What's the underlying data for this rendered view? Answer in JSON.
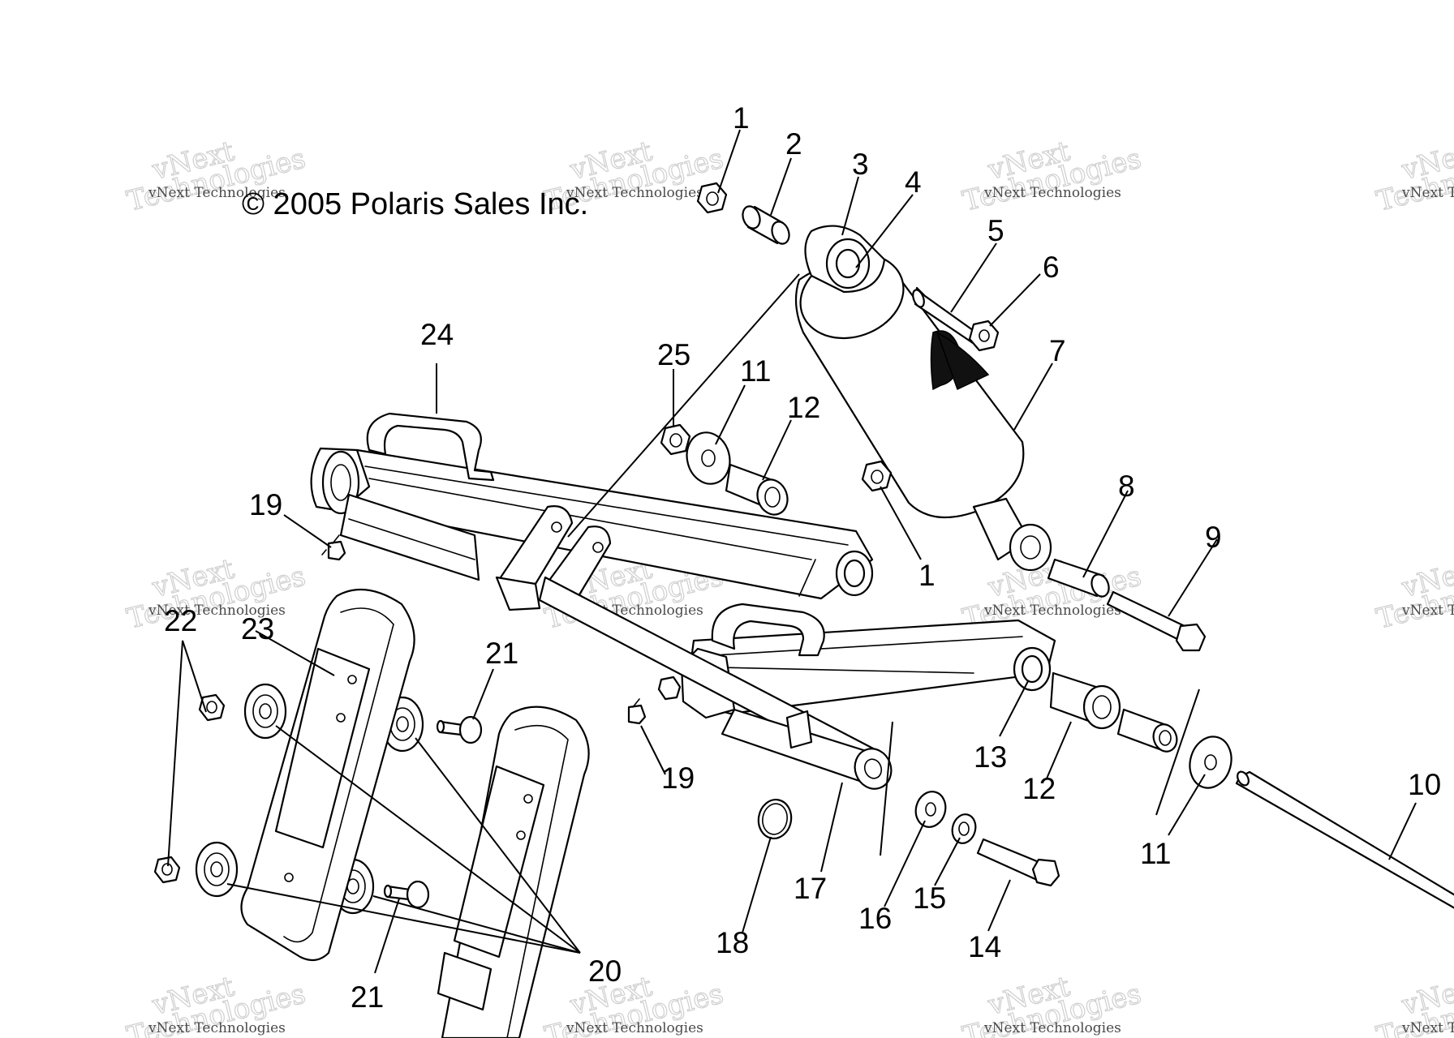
{
  "copyright": "© 2005 Polaris Sales Inc.",
  "watermark": {
    "line1": "vNext Technologies",
    "line2": "vNext",
    "line3": "Technologies"
  },
  "callouts": [
    {
      "id": "c1a",
      "label": "1"
    },
    {
      "id": "c2",
      "label": "2"
    },
    {
      "id": "c3",
      "label": "3"
    },
    {
      "id": "c4",
      "label": "4"
    },
    {
      "id": "c5",
      "label": "5"
    },
    {
      "id": "c6",
      "label": "6"
    },
    {
      "id": "c7",
      "label": "7"
    },
    {
      "id": "c24",
      "label": "24"
    },
    {
      "id": "c25",
      "label": "25"
    },
    {
      "id": "c11a",
      "label": "11"
    },
    {
      "id": "c12a",
      "label": "12"
    },
    {
      "id": "c19a",
      "label": "19"
    },
    {
      "id": "c1b",
      "label": "1"
    },
    {
      "id": "c8",
      "label": "8"
    },
    {
      "id": "c9",
      "label": "9"
    },
    {
      "id": "c22",
      "label": "22"
    },
    {
      "id": "c23",
      "label": "23"
    },
    {
      "id": "c21a",
      "label": "21"
    },
    {
      "id": "c19b",
      "label": "19"
    },
    {
      "id": "c13",
      "label": "13"
    },
    {
      "id": "c12b",
      "label": "12"
    },
    {
      "id": "c10",
      "label": "10"
    },
    {
      "id": "c11b",
      "label": "11"
    },
    {
      "id": "c17",
      "label": "17"
    },
    {
      "id": "c16",
      "label": "16"
    },
    {
      "id": "c15",
      "label": "15"
    },
    {
      "id": "c18",
      "label": "18"
    },
    {
      "id": "c14",
      "label": "14"
    },
    {
      "id": "c20",
      "label": "20"
    },
    {
      "id": "c21b",
      "label": "21"
    }
  ]
}
